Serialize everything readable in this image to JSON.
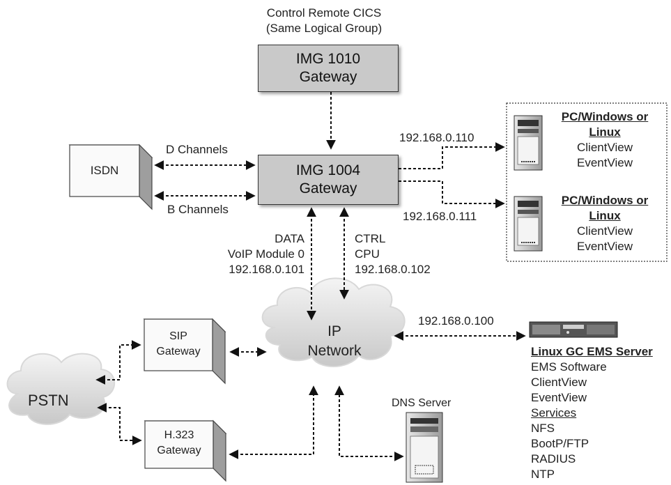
{
  "top_caption": {
    "line1": "Control Remote CICS",
    "line2": "(Same Logical Group)"
  },
  "img1010": {
    "line1": "IMG 1010",
    "line2": "Gateway"
  },
  "img1004": {
    "line1": "IMG 1004",
    "line2": "Gateway"
  },
  "isdn": {
    "label": "ISDN"
  },
  "d_channels": "D Channels",
  "b_channels": "B Channels",
  "ip_top": "192.168.0.110",
  "ip_bottom": "192.168.0.111",
  "pc1": {
    "title1": "PC/Windows or",
    "title2": "Linux",
    "item1": "ClientView",
    "item2": "EventView"
  },
  "pc2": {
    "title1": "PC/Windows or",
    "title2": "Linux",
    "item1": "ClientView",
    "item2": "EventView"
  },
  "data_link": {
    "line1": "DATA",
    "line2": "VoIP Module 0",
    "line3": "192.168.0.101"
  },
  "ctrl_link": {
    "line1": "CTRL",
    "line2": "CPU",
    "line3": "192.168.0.102"
  },
  "ip_network": {
    "line1": "IP",
    "line2": "Network"
  },
  "ems_ip": "192.168.0.100",
  "ems": {
    "title": "Linux GC EMS Server",
    "items": [
      "EMS Software",
      "ClientView",
      "EventView"
    ],
    "services_heading": "Services",
    "services": [
      "NFS",
      "BootP/FTP",
      "RADIUS",
      "NTP"
    ]
  },
  "sip": {
    "line1": "SIP",
    "line2": "Gateway"
  },
  "h323": {
    "line1": "H.323",
    "line2": "Gateway"
  },
  "pstn": "PSTN",
  "dns_server": "DNS Server"
}
